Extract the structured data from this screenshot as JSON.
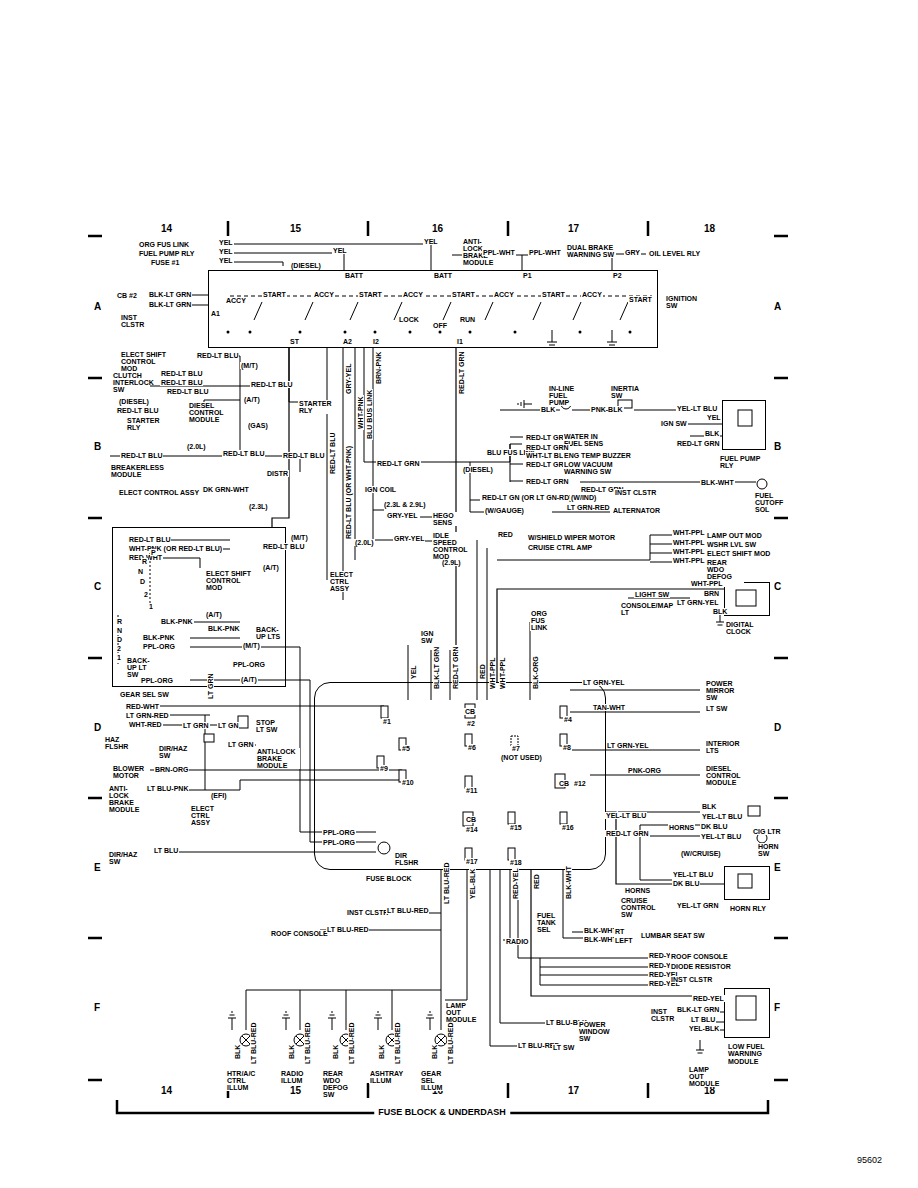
{
  "diagram": {
    "caption": "FUSE BLOCK & UNDERDASH",
    "nodes": [
      {
        "text": [
          "IGNITION SW"
        ]
      },
      {
        "text": [
          "FUEL PUMP RLY"
        ]
      },
      {
        "text": [
          "GEAR SEL SW"
        ]
      },
      {
        "text": [
          "DIGITAL CLOCK"
        ]
      },
      {
        "text": [
          "FUSE BLOCK"
        ]
      },
      {
        "text": [
          "HORN RLY"
        ]
      },
      {
        "text": [
          "LOW FUEL WARNING MODULE"
        ]
      }
    ],
    "edges": [
      {
        "from": 0,
        "to": 4,
        "arrow": "none"
      },
      {
        "from": 0,
        "to": 2,
        "arrow": "none"
      },
      {
        "from": 4,
        "to": 3,
        "arrow": "none"
      },
      {
        "from": 4,
        "to": 5,
        "arrow": "none"
      },
      {
        "from": 4,
        "to": 6,
        "arrow": "none"
      }
    ],
    "labels": [
      "14",
      "15",
      "16",
      "17",
      "18",
      "A",
      "A",
      "B",
      "B",
      "C",
      "C",
      "D",
      "D",
      "E",
      "E",
      "F",
      "F",
      "14",
      "15",
      "16",
      "17",
      "18",
      "95602",
      "ORG FUS LINK",
      "YEL",
      "FUEL PUMP RLY",
      "YEL",
      "FUSE #1",
      "YEL",
      "(DIESEL)",
      "YEL",
      "YEL",
      "ANTI-LOCK BRAKE MODULE",
      "PPL-WHT",
      "PPL-WHT",
      "DUAL BRAKE WARNING SW",
      "GRY",
      "OIL LEVEL RLY",
      "BATT",
      "BATT",
      "P1",
      "P2",
      "ACCY",
      "START",
      "ACCY",
      "START",
      "ACCY",
      "START",
      "ACCY",
      "START",
      "ACCY",
      "START",
      "LOCK",
      "OFF",
      "RUN",
      "A1",
      "CB #2",
      "BLK-LT GRN",
      "BLK-LT GRN",
      "INST CLSTR",
      "ST",
      "A2",
      "I2",
      "I1",
      "ELECT SHIFT CONTROL MOD",
      "RED-LT BLU",
      "(M/T)",
      "CLUTCH INTERLOCK SW",
      "RED-LT BLU",
      "RED-LT BLU",
      "RED-LT BLU",
      "RED-LT BLU",
      "(A/T)",
      "(DIESEL)",
      "RED-LT BLU",
      "DIESEL CONTROL MODULE",
      "STARTER RLY",
      "STARTER RLY",
      "(GAS)",
      "(2.0L)",
      "RED-LT BLU",
      "RED-LT BLU",
      "RED-LT BLU",
      "BREAKERLESS MODULE",
      "DISTR",
      "ELECT CONTROL ASSY",
      "DK GRN-WHT",
      "(2.3L)",
      "GRY-YEL",
      "RED-LT BLU",
      "RED-LT BLU (OR WHT-PNK)",
      "WHT-PNK",
      "BLU BUS LINK",
      "BRN-PNK",
      "RED-LT GRN",
      "RED-LT GRN",
      "(DIESEL)",
      "BLU FUS LINK",
      "IGN COIL",
      "(2.3L & 2.9L)",
      "GRY-YEL",
      "HEGO SENS",
      "(2.0L)",
      "GRY-YEL",
      "IDLE SPEED CONTROL MOD",
      "(2.9L)",
      "ELECT CTRL ASSY",
      "(M/T)",
      "RED-LT BLU",
      "(A/T)",
      "RED-LT BLU",
      "WHT-PNK (OR RED-LT BLU)",
      "RED-WHT",
      "ELECT SHIFT CONTROL MOD",
      "P",
      "R",
      "N",
      "D",
      "2",
      "1",
      "R",
      "N",
      "D",
      "2",
      "1",
      "BLK-PNK",
      "(A/T)",
      "BLK-PNK",
      "BACK-UP LTS",
      "BLK-PNK",
      "PPL-ORG",
      "(M/T)",
      "BACK-UP LT SW",
      "PPL-ORG",
      "PPL-ORG",
      "(A/T)",
      "IN-LINE FUEL PUMP",
      "INERTIA SW",
      "BLK",
      "PNK-BLK",
      "YEL-LT BLU",
      "YEL",
      "IGN SW",
      "BLK",
      "RED-LT GRN",
      "BLK-WHT",
      "FUEL CUTOFF SOL",
      "RED-LT GRN",
      "WATER IN FUEL SENS",
      "RED-LT GRN",
      "WHT-LT BLU",
      "ENG TEMP BUZZER",
      "RED-LT GRN",
      "LOW VACUUM WARNING SW",
      "RED-LT GRN",
      "RED-LT GRN",
      "INST CLSTR",
      "RED-LT GN (OR LT GN-RD)",
      "(W/IND)",
      "(W/GAUGE)",
      "LT GRN-RED",
      "ALTERNATOR",
      "RED",
      "W/SHIELD WIPER MOTOR",
      "CRUISE CTRL AMP",
      "WHT-PPL",
      "LAMP OUT MOD",
      "WHT-PPL",
      "WSHR LVL SW",
      "WHT-PPL",
      "ELECT SHIFT MOD",
      "WHT-PPL",
      "REAR WDO DEFOG SW",
      "WHT-PPL",
      "LIGHT SW",
      "BRN",
      "CONSOLE/MAP LT",
      "LT GRN-YEL",
      "BLK",
      "ORG FUS LINK",
      "IGN SW",
      "YEL",
      "BLK-LT GRN",
      "RED-LT GRN",
      "RED",
      "WHT-PPL",
      "WHT-PPL",
      "BLK-ORG",
      "LT GRN-YEL",
      "POWER MIRROR SW",
      "TAN-WHT",
      "LT SW",
      "LT GRN-YEL",
      "INTERIOR LTS",
      "PNK-ORG",
      "DIESEL CONTROL MODULE",
      "BLK",
      "YEL-LT BLU",
      "CIG LTR",
      "HORNS",
      "DK BLU",
      "YEL-LT BLU",
      "HORN SW",
      "(W/CRUISE)",
      "YEL-LT BLU",
      "DK BLU",
      "HORNS",
      "CRUISE CONTROL SW",
      "YEL-LT GRN",
      "YEL-LT BLU",
      "RED-LT GRN",
      "#1",
      "CB",
      "#2",
      "#4",
      "#5",
      "#6",
      "#7",
      "(NOT USED)",
      "#8",
      "#9",
      "#10",
      "#11",
      "CB",
      "#12",
      "CB",
      "#14",
      "#15",
      "#16",
      "#17",
      "#18",
      "RED-WHT",
      "LT GRN-RED",
      "WHT-RED",
      "LT GRN",
      "LT GN",
      "HAZ FLSHR",
      "STOP LT SW",
      "DIR/HAZ SW",
      "LT GRN",
      "ANTI-LOCK BRAKE MODULE",
      "LT GRN",
      "BLOWER MOTOR",
      "BRN-ORG",
      "ANTI-LOCK BRAKE MODULE",
      "LT BLU-PNK",
      "(EFI)",
      "ELECT CTRL ASSY",
      "PPL-ORG",
      "PPL-ORG",
      "DIR FLSHR",
      "DIR/HAZ SW",
      "LT BLU",
      "LT BLU-RED",
      "YEL-BLK",
      "RED-YEL",
      "RED",
      "BLK-WHT",
      "FUEL TANK SEL",
      "RADIO",
      "INST CLSTR",
      "LT BLU-RED",
      "ROOF CONSOLE",
      "LT BLU-RED",
      "BLK-WHT",
      "BLK-WHT",
      "RT",
      "LEFT",
      "LUMBAR SEAT SW",
      "RED-YEL",
      "ROOF CONSOLE",
      "RED-YEL",
      "DIODE RESISTOR",
      "RED-YEL",
      "RED-YEL",
      "INST CLSTR",
      "RED-YEL",
      "INST CLSTR",
      "BLK-LT GRN",
      "LT BLU",
      "YEL-BLK",
      "LAMP OUT MODULE",
      "LAMP OUT MODULE",
      "LT BLU-BLK",
      "POWER WINDOW SW",
      "LT BLU-RED",
      "LT SW",
      "BLK",
      "LT BLU-RED",
      "BLK",
      "LT BLU-RED",
      "BLK",
      "LT BLU-RED",
      "BLK",
      "LT BLU-RED",
      "BLK",
      "LT BLU-RED",
      "HTR/A/C CTRL ILLUM",
      "RADIO ILLUM",
      "REAR WDO DEFOG SW",
      "ASHTRAY ILLUM",
      "GEAR SEL ILLUM"
    ]
  }
}
